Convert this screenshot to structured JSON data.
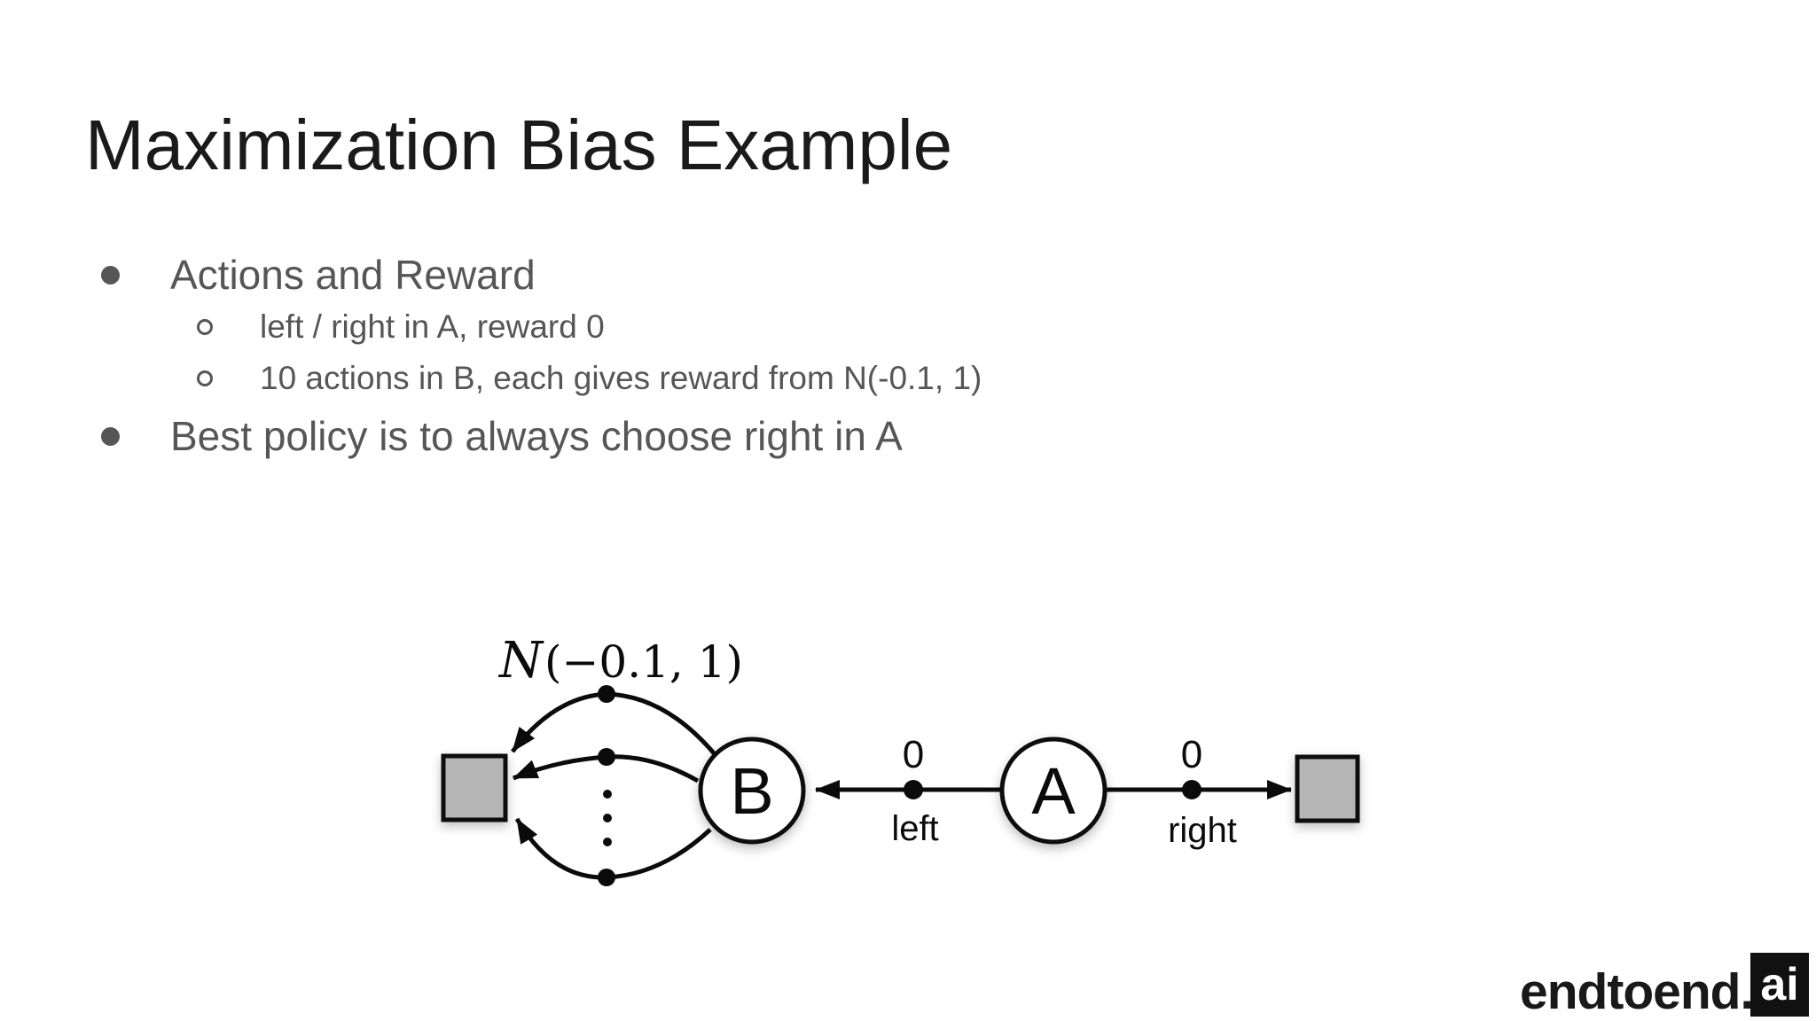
{
  "slide": {
    "title": "Maximization Bias Example",
    "bullets": [
      {
        "level": 1,
        "text": "Actions and Reward"
      },
      {
        "level": 2,
        "text": "left / right in A, reward 0"
      },
      {
        "level": 2,
        "text": "10 actions in B, each gives reward from N(-0.1, 1)"
      },
      {
        "level": 1,
        "text": "Best policy is to always choose right in A"
      }
    ]
  },
  "diagram": {
    "dist_script": "N",
    "dist_args": "(−0.1, 1)",
    "state_b": "B",
    "state_a": "A",
    "left_reward": "0",
    "right_reward": "0",
    "left_action": "left",
    "right_action": "right"
  },
  "footer": {
    "brand_text": "endtoend.",
    "brand_badge": "ai"
  },
  "colors": {
    "background": "#ffffff",
    "title_text": "#1a1a1a",
    "body_text": "#565656",
    "diagram_ink": "#0b0b0b",
    "terminal_square_fill": "#b5b5b5",
    "badge_bg": "#111111",
    "badge_text": "#ffffff"
  }
}
